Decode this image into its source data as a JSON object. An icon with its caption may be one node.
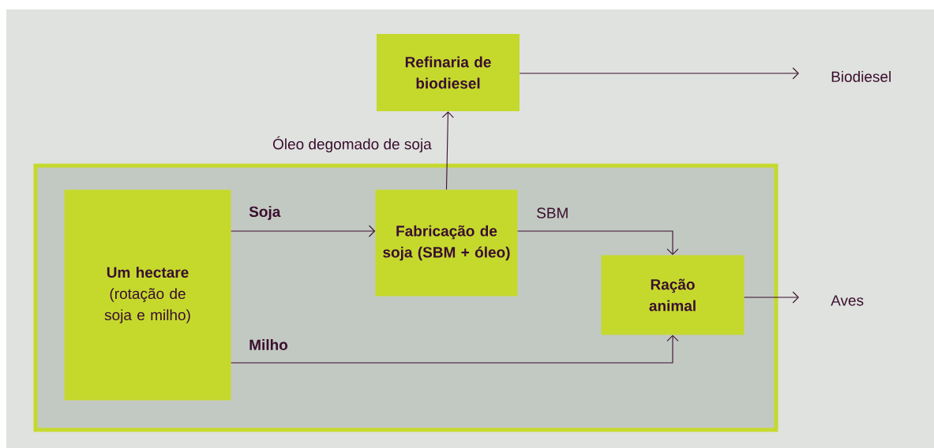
{
  "diagram": {
    "nodes": [
      {
        "text": [
          "Refinaria de biodiesel"
        ]
      },
      {
        "text": [
          "Biodiesel"
        ]
      },
      {
        "text": [],
        "shape": "box"
      },
      {
        "text": [
          "Um hectare",
          "(rotação de soja e milho)"
        ],
        "in": 2
      },
      {
        "text": [
          "Fabricação de soja (SBM + óleo)"
        ],
        "in": 2
      },
      {
        "text": [
          "Ração animal"
        ],
        "in": 2
      },
      {
        "text": [
          "Aves"
        ]
      }
    ],
    "edges": [
      {
        "from": 4,
        "to": 0,
        "arrow": "to",
        "label": "Óleo degomado de soja"
      },
      {
        "from": 0,
        "to": 1,
        "arrow": "to"
      },
      {
        "from": 3,
        "to": 4,
        "arrow": "to",
        "label": "Soja"
      },
      {
        "from": 4,
        "to": 5,
        "arrow": "to",
        "label": "SBM"
      },
      {
        "from": 3,
        "to": 5,
        "arrow": "to",
        "label": "Milho"
      },
      {
        "from": 5,
        "to": 6,
        "arrow": "to"
      }
    ]
  }
}
